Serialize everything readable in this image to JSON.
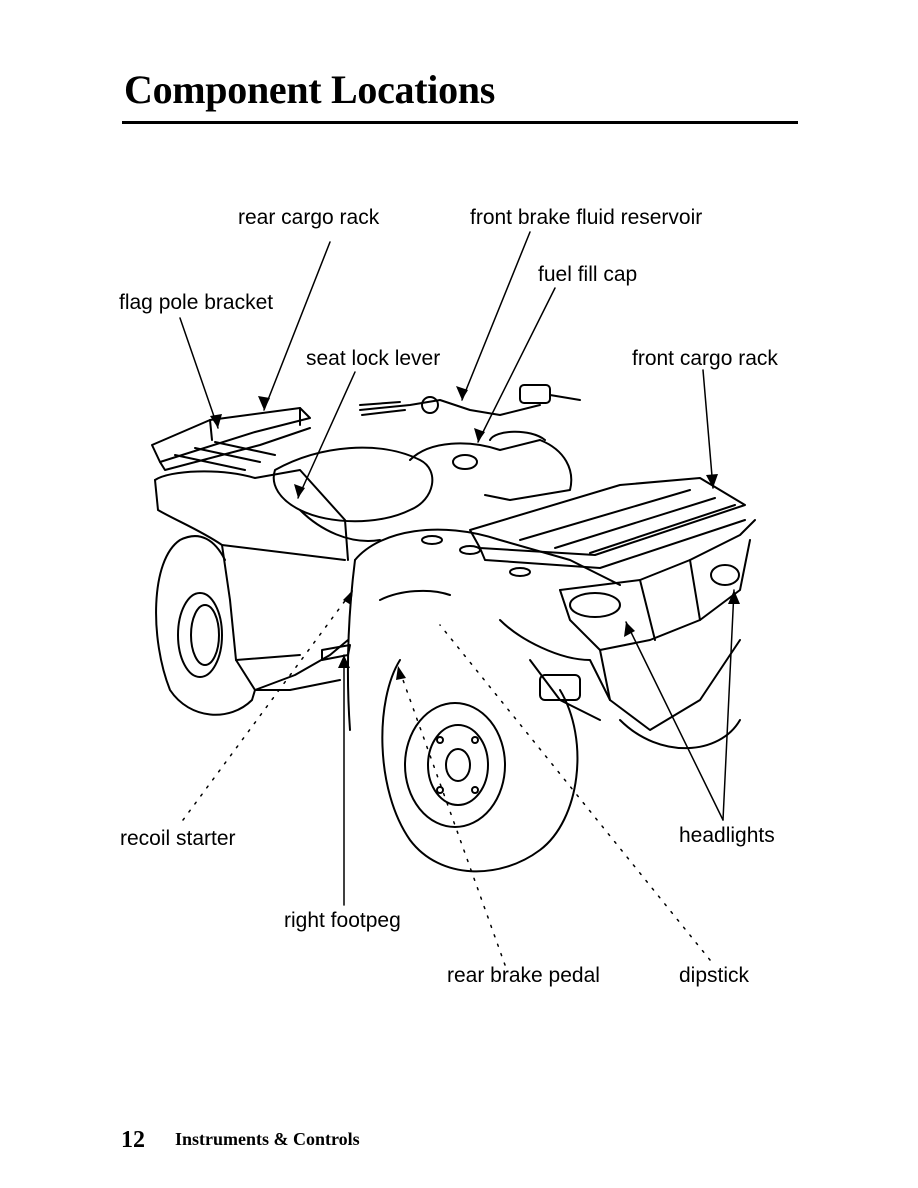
{
  "page": {
    "title": "Component Locations",
    "footer": {
      "page_number": "12",
      "section": "Instruments & Controls"
    }
  },
  "labels": {
    "rear_cargo_rack": "rear cargo rack",
    "front_brake_fluid_reservoir": "front brake fluid reservoir",
    "fuel_fill_cap": "fuel fill cap",
    "flag_pole_bracket": "flag pole bracket",
    "seat_lock_lever": "seat lock lever",
    "front_cargo_rack": "front cargo rack",
    "recoil_starter": "recoil starter",
    "headlights": "headlights",
    "right_footpeg": "right footpeg",
    "rear_brake_pedal": "rear brake pedal",
    "dipstick": "dipstick"
  }
}
